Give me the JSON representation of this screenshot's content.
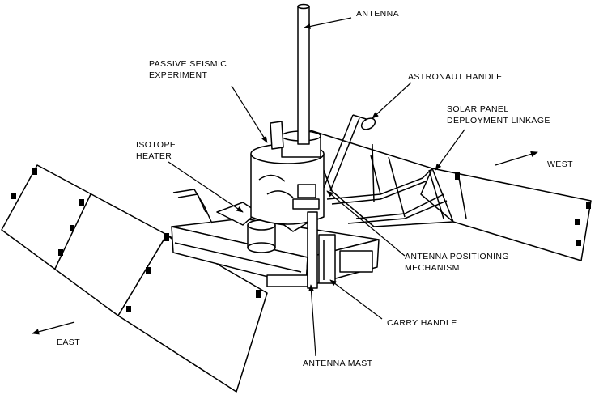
{
  "labels": {
    "antenna": "ANTENNA",
    "passive_seismic_1": "PASSIVE SEISMIC",
    "passive_seismic_2": "EXPERIMENT",
    "astronaut_handle": "ASTRONAUT HANDLE",
    "solar_panel_1": "SOLAR PANEL",
    "solar_panel_2": "DEPLOYMENT LINKAGE",
    "isotope_1": "ISOTOPE",
    "isotope_2": "HEATER",
    "west": "WEST",
    "east": "EAST",
    "antenna_pos_1": "ANTENNA POSITIONING",
    "antenna_pos_2": "MECHANISM",
    "carry_handle": "CARRY HANDLE",
    "antenna_mast": "ANTENNA MAST"
  }
}
